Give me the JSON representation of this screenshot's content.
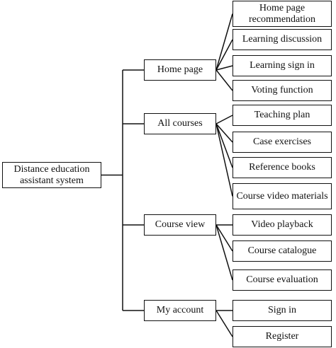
{
  "diagram": {
    "root": {
      "label": "Distance education assistant system"
    },
    "branches": [
      {
        "label": "Home page",
        "children": [
          "Home page recommendation",
          "Learning discussion",
          "Learning sign in",
          "Voting function"
        ]
      },
      {
        "label": "All courses",
        "children": [
          "Teaching plan",
          "Case exercises",
          "Reference books",
          "Course video materials"
        ]
      },
      {
        "label": "Course view",
        "children": [
          "Video playback",
          "Course catalogue",
          "Course  evaluation"
        ]
      },
      {
        "label": "My account",
        "children": [
          "Sign in",
          "Register"
        ]
      }
    ],
    "line_color": "#111111"
  }
}
